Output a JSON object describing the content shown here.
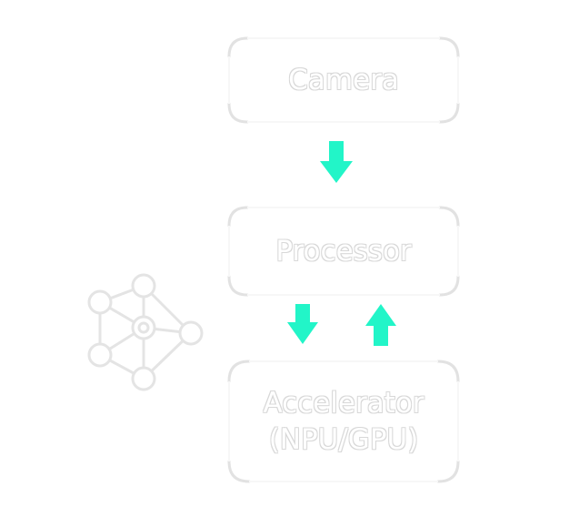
{
  "diagram": {
    "boxes": [
      {
        "label": "Camera"
      },
      {
        "label": "Processor"
      },
      {
        "label_line1": "Accelerator",
        "label_line2": "(NPU/GPU)"
      }
    ],
    "colors": {
      "arrow": "#22f5c8",
      "box_outline": "#ececec",
      "text": "#ffffff",
      "background": "#ffffff"
    },
    "icons": {
      "network": "neural-network-icon"
    }
  }
}
